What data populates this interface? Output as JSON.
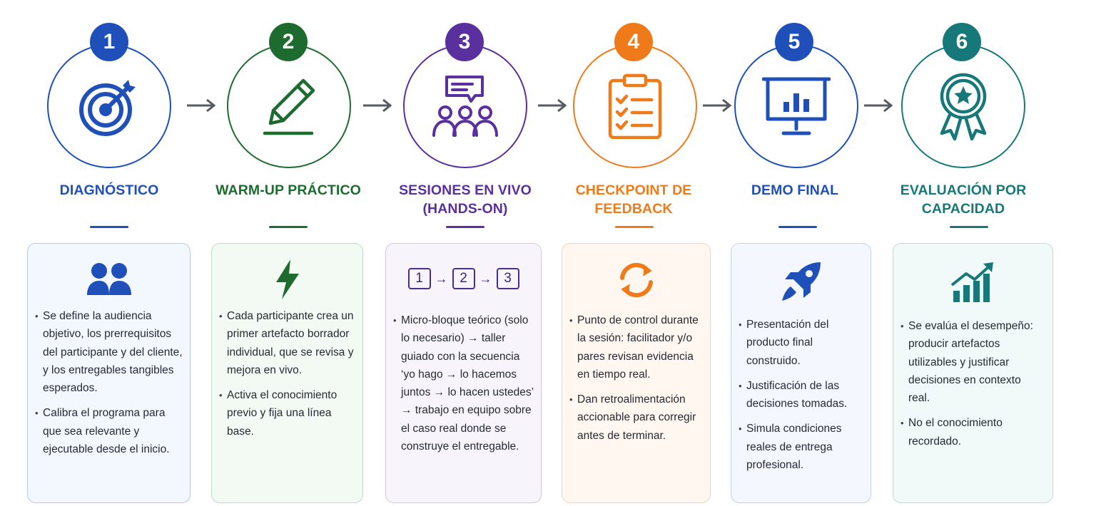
{
  "steps": [
    {
      "number": "1",
      "title": "DIAGNÓSTICO",
      "color": "#1f4fb8",
      "main_icon": "target-icon",
      "card_icon": "users-icon",
      "bullets": [
        "Se define la audiencia objetivo, los prerrequisitos del participante y del cliente, y los entregables tangibles esperados.",
        "Calibra el programa para que sea relevante y ejecutable desde el inicio."
      ]
    },
    {
      "number": "2",
      "title": "WARM-UP PRÁCTICO",
      "color": "#1e6b30",
      "main_icon": "pencil-icon",
      "card_icon": "lightning-icon",
      "bullets": [
        "Cada participante crea un primer artefacto borrador individual, que se revisa y mejora en vivo.",
        "Activa el conocimiento previo y fija una línea base."
      ]
    },
    {
      "number": "3",
      "title": "SESIONES EN VIVO (HANDS-ON)",
      "color": "#5a2f9e",
      "main_icon": "group-chat-icon",
      "card_icon": "sequence-icon",
      "sequence": [
        "1",
        "2",
        "3"
      ],
      "bullets": [
        "Micro-bloque teórico (solo lo necesario) → taller guiado con la secuencia ‘yo hago → lo hacemos juntos → lo hacen ustedes’ → trabajo en equipo sobre el caso real donde se construye el entregable."
      ]
    },
    {
      "number": "4",
      "title": "CHECKPOINT DE FEEDBACK",
      "color": "#ef7a1a",
      "main_icon": "clipboard-checklist-icon",
      "card_icon": "refresh-icon",
      "bullets": [
        "Punto de control durante la sesión: facilitador y/o pares revisan evidencia en tiempo real.",
        "Dan retroalimentación accionable para corregir antes de terminar."
      ]
    },
    {
      "number": "5",
      "title": "DEMO FINAL",
      "color": "#1f4fb8",
      "main_icon": "presentation-screen-icon",
      "card_icon": "rocket-icon",
      "bullets": [
        "Presentación del producto final construido.",
        "Justificación de las decisiones tomadas.",
        "Simula condiciones reales de entrega profesional."
      ]
    },
    {
      "number": "6",
      "title": "EVALUACIÓN POR CAPACIDAD",
      "color": "#17787a",
      "main_icon": "award-ribbon-icon",
      "card_icon": "growth-chart-icon",
      "bullets": [
        "Se evalúa el desempeño: producir artefactos utilizables y justificar decisiones en contexto real.",
        "No el conocimiento recordado."
      ]
    }
  ],
  "arrow_color": "#555a63"
}
